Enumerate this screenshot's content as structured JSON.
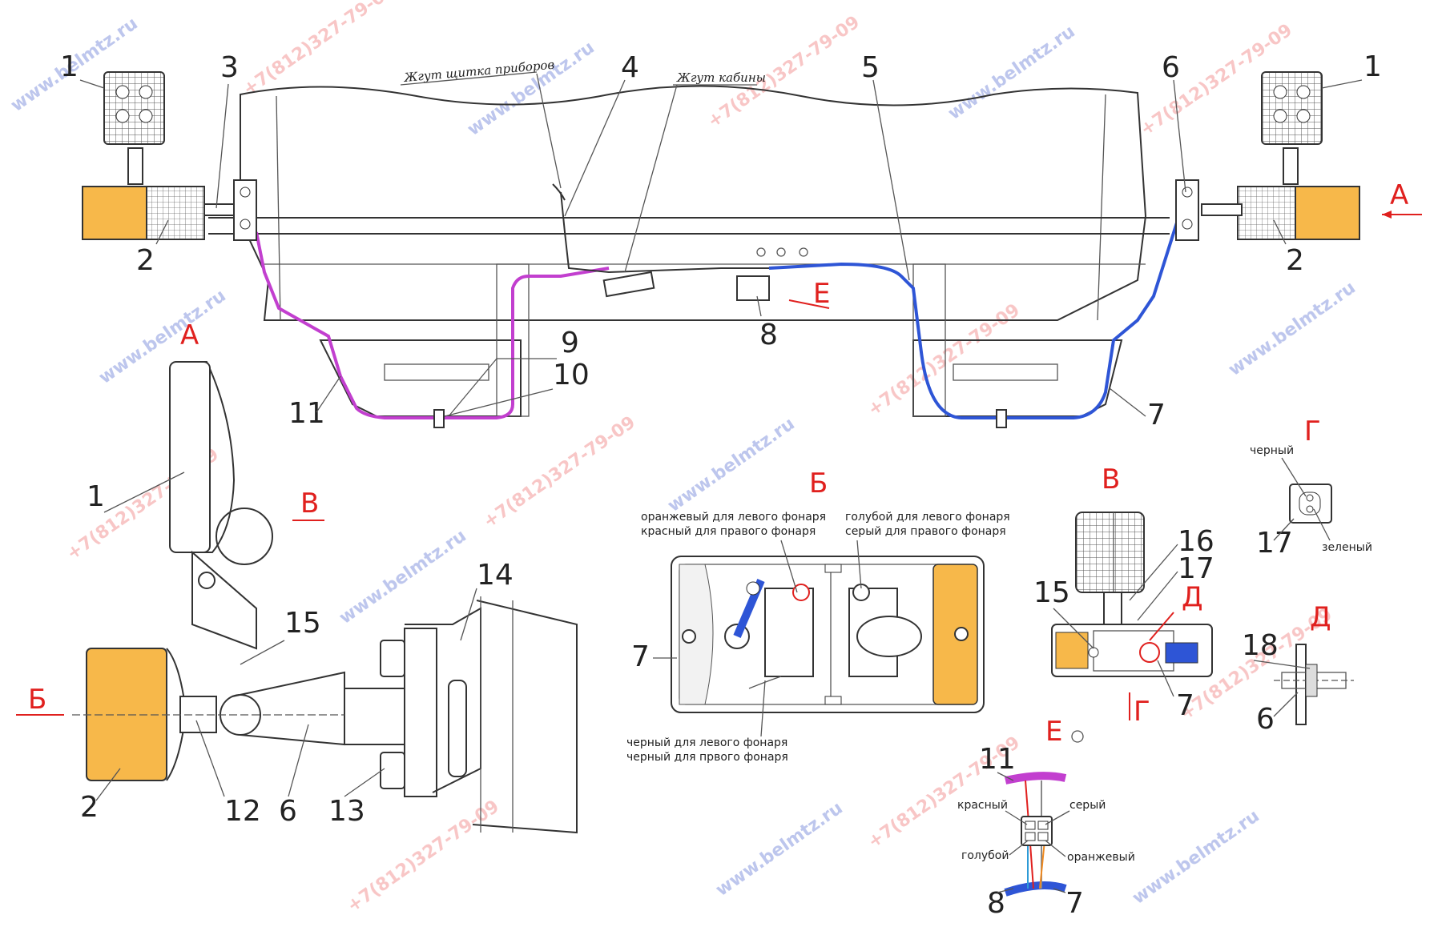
{
  "section_labels": {
    "A_top": "А",
    "A_view": "А",
    "B_view": "Б",
    "B_arrow": "Б",
    "V_arrow": "В",
    "V_view": "В",
    "G_view": "Г",
    "G_arrow": "Г",
    "D_view": "Д",
    "D_arrow": "Д",
    "E_arrow": "Е",
    "E_view": "Е"
  },
  "harness_labels": {
    "dashboard": "Жгут щитка приборов",
    "cab": "Жгут кабины"
  },
  "wire_notes": {
    "top_left_1": "оранжевый для левого фонаря",
    "top_left_2": "красный для правого фонаря",
    "top_right_1": "голубой для левого фонаря",
    "top_right_2": "серый для правого фонаря",
    "bottom_1": "черный для левого фонаря",
    "bottom_2": "черный для првого фонаря"
  },
  "g_labels": {
    "black": "черный",
    "green": "зеленый"
  },
  "e_labels": {
    "red": "красный",
    "gray": "серый",
    "blue": "голубой",
    "orange": "оранжевый"
  },
  "callouts": {
    "c1a": "1",
    "c1b": "1",
    "c1c": "1",
    "c2a": "2",
    "c2b": "2",
    "c2c": "2",
    "c3": "3",
    "c4": "4",
    "c5": "5",
    "c6a": "6",
    "c6b": "6",
    "c6c": "6",
    "c7a": "7",
    "c7b": "7",
    "c7c": "7",
    "c7d": "7",
    "c8a": "8",
    "c8b": "8",
    "c9": "9",
    "c10": "10",
    "c11a": "11",
    "c11b": "11",
    "c12": "12",
    "c13": "13",
    "c14": "14",
    "c15a": "15",
    "c15b": "15",
    "c16": "16",
    "c17a": "17",
    "c17b": "17",
    "c18": "18"
  },
  "watermarks": {
    "site": "www.belmtz.ru",
    "phone": "+7(812)327-79-09"
  },
  "colors": {
    "magenta": "#c23fcf",
    "blue": "#2e55d6",
    "amber": "#f7b84a",
    "red": "#e0201e"
  }
}
